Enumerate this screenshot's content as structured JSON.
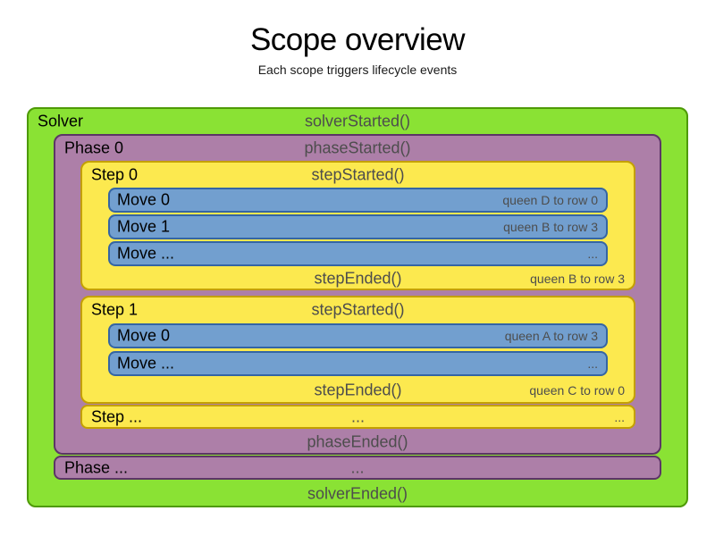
{
  "title": "Scope overview",
  "subtitle": "Each scope triggers lifecycle events",
  "colors": {
    "solver_fill": "#8AE234",
    "solver_border": "#4E9A06",
    "phase_fill": "#AD7FA8",
    "phase_border": "#5C3566",
    "step_fill": "#FCE94F",
    "step_border": "#C4A000",
    "move_fill": "#729FCF",
    "move_border": "#3465A4",
    "label_text": "#000000",
    "event_text": "#4D4D4D"
  },
  "solver": {
    "label": "Solver",
    "started_event": "solverStarted()",
    "ended_event": "solverEnded()",
    "phases": [
      {
        "label": "Phase 0",
        "started_event": "phaseStarted()",
        "ended_event": "phaseEnded()",
        "steps": [
          {
            "label": "Step 0",
            "started_event": "stepStarted()",
            "ended_event": "stepEnded()",
            "ended_note": "queen B to row 3",
            "moves": [
              {
                "label": "Move 0",
                "note": "queen D to row 0"
              },
              {
                "label": "Move 1",
                "note": "queen B to row 3"
              },
              {
                "label": "Move ...",
                "note": "..."
              }
            ]
          },
          {
            "label": "Step 1",
            "started_event": "stepStarted()",
            "ended_event": "stepEnded()",
            "ended_note": "queen C to row 0",
            "moves": [
              {
                "label": "Move 0",
                "note": "queen A to row 3"
              },
              {
                "label": "Move ...",
                "note": "..."
              }
            ]
          },
          {
            "label": "Step ...",
            "center_text": "...",
            "right_text": "..."
          }
        ]
      },
      {
        "label": "Phase ...",
        "center_text": "..."
      }
    ]
  }
}
